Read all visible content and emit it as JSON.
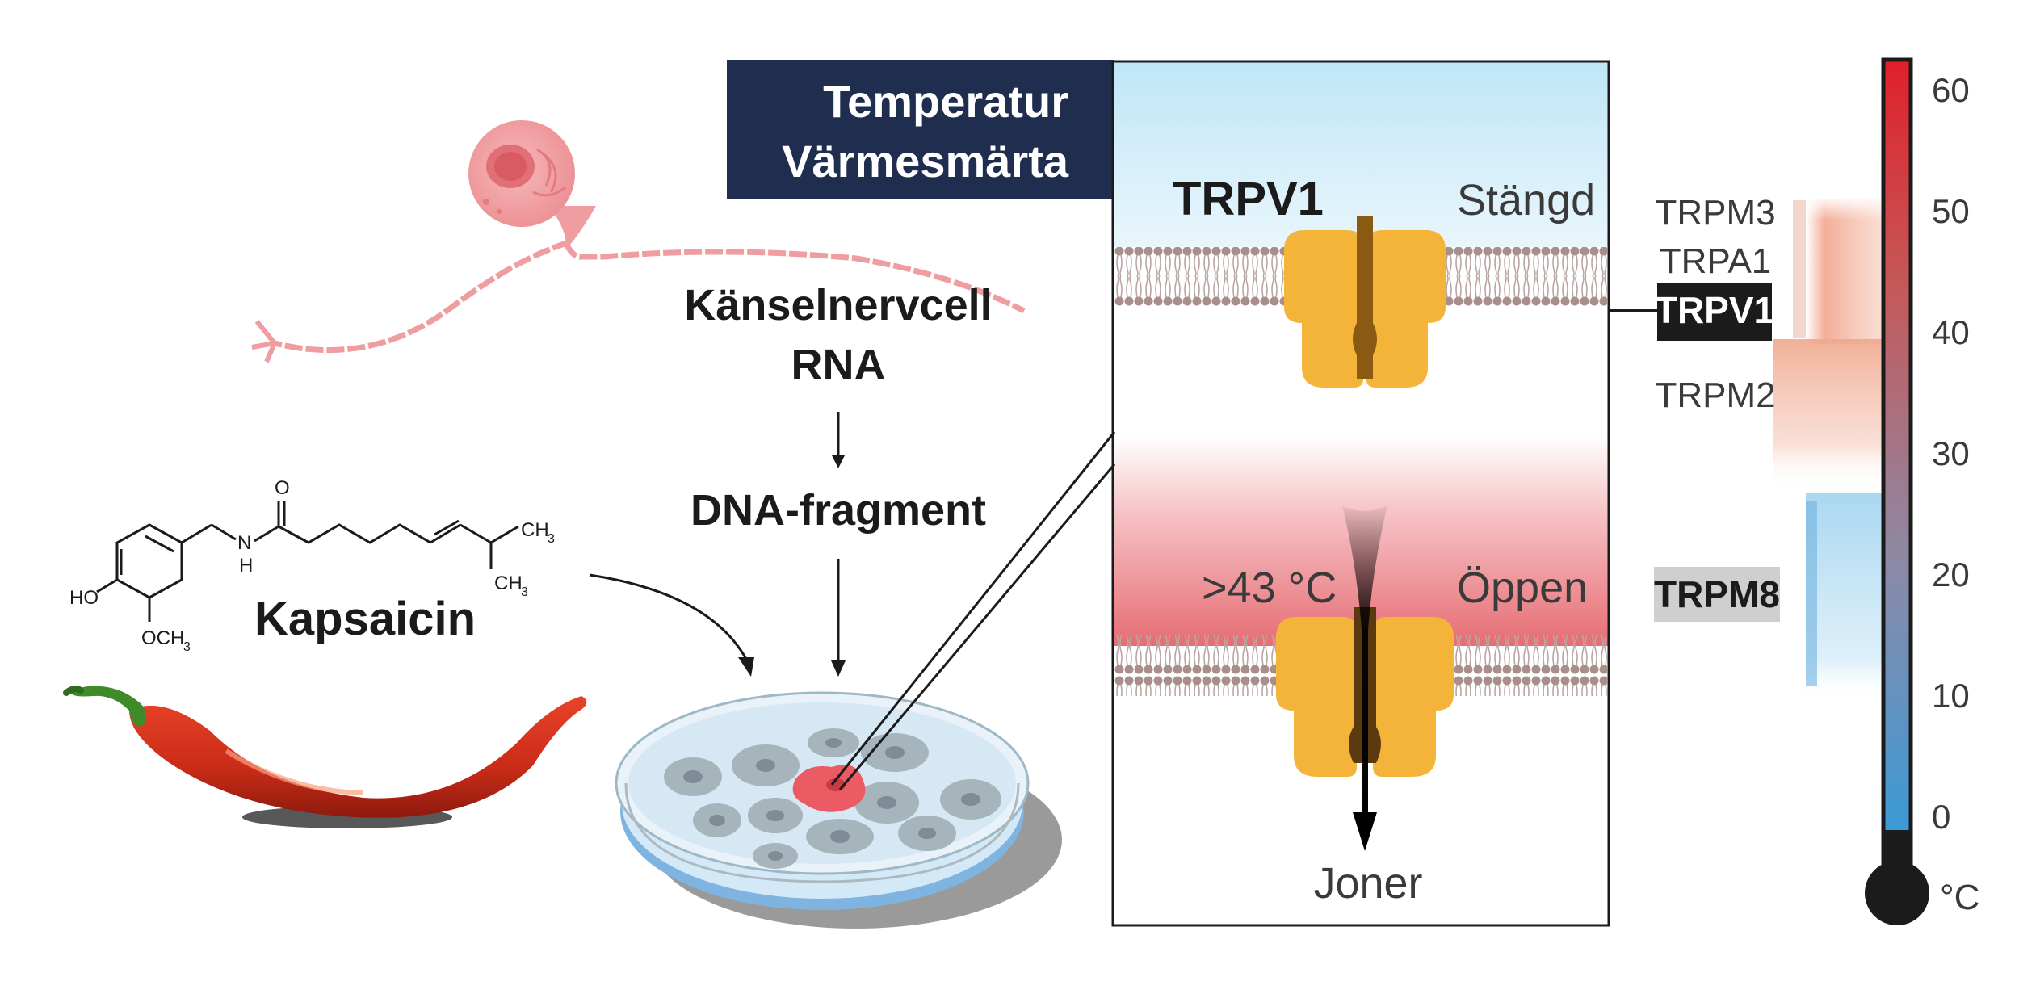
{
  "header": {
    "line1": "Temperatur",
    "line2": "Värmesmärta"
  },
  "flow": {
    "neuron": "Känselnervcell",
    "rna": "RNA",
    "dna": "DNA-fragment"
  },
  "molecule": {
    "name": "Kapsaicin",
    "atoms": {
      "o": "O",
      "nh_n": "N",
      "nh_h": "H",
      "ho": "HO",
      "och3": "OCH",
      "ch3_a": "CH",
      "ch3_b": "CH",
      "sub3": "3"
    }
  },
  "channel": {
    "name": "TRPV1",
    "closed_label": "Stängd",
    "temp_label": ">43 °C",
    "open_label": "Öppen",
    "ions_label": "Joner"
  },
  "receptors": {
    "trpm3": "TRPM3",
    "trpa1": "TRPA1",
    "trpv1": "TRPV1",
    "trpm2": "TRPM2",
    "trpm8": "TRPM8"
  },
  "thermometer": {
    "unit": "°C",
    "ticks": [
      "0",
      "10",
      "20",
      "30",
      "40",
      "50",
      "60"
    ],
    "min": 0,
    "max": 60
  },
  "colors": {
    "navy": "#1f2d4f",
    "pepper": "#d6361f",
    "channel": "#f4b43a",
    "warm": "#e8767a",
    "cold": "#8fd0ef",
    "neuron": "#ef9da0"
  }
}
